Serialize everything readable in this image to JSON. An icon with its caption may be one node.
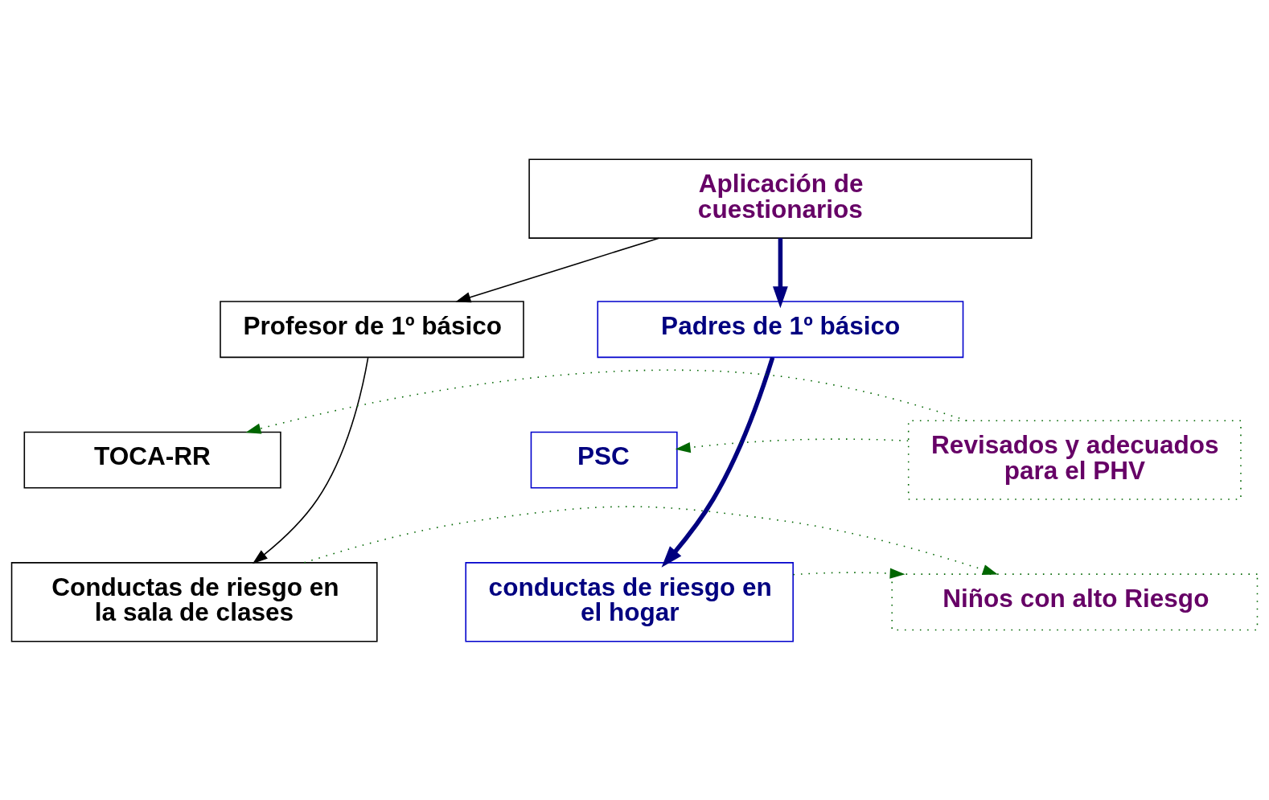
{
  "diagram": {
    "nodes": [
      {
        "text": [
          "Aplicación de cuestionarios"
        ]
      },
      {
        "text": [
          "Profesor de 1º básico"
        ]
      },
      {
        "text": [
          "Padres de 1º básico"
        ]
      },
      {
        "text": [
          "TOCA-RR"
        ]
      },
      {
        "text": [
          "Revisados y adecuados para el PHV"
        ]
      },
      {
        "text": [
          "PSC"
        ]
      },
      {
        "text": [
          "Conductas de riesgo en la sala de clases"
        ]
      },
      {
        "text": [
          "Niños con alto Riesgo"
        ]
      },
      {
        "text": [
          "conductas de riesgo en el hogar"
        ]
      }
    ],
    "edges": [
      {
        "from": 0,
        "to": 1,
        "arrow": "to",
        "color": "#000000"
      },
      {
        "from": 0,
        "to": 2,
        "arrow": "to",
        "style": "thick",
        "color": "#000080"
      },
      {
        "from": 1,
        "to": 6,
        "arrow": "to",
        "color": "#000000"
      },
      {
        "from": 2,
        "to": 8,
        "arrow": "to",
        "style": "thick",
        "color": "#000080"
      },
      {
        "from": 4,
        "to": 3,
        "arrow": "to",
        "style": "dashed",
        "color": "#006600"
      },
      {
        "from": 4,
        "to": 5,
        "arrow": "to",
        "style": "dashed",
        "color": "#006600"
      },
      {
        "from": 6,
        "to": 7,
        "arrow": "to",
        "style": "dashed",
        "color": "#006600"
      },
      {
        "from": 8,
        "to": 7,
        "arrow": "to",
        "style": "dashed",
        "color": "#006600"
      }
    ]
  }
}
